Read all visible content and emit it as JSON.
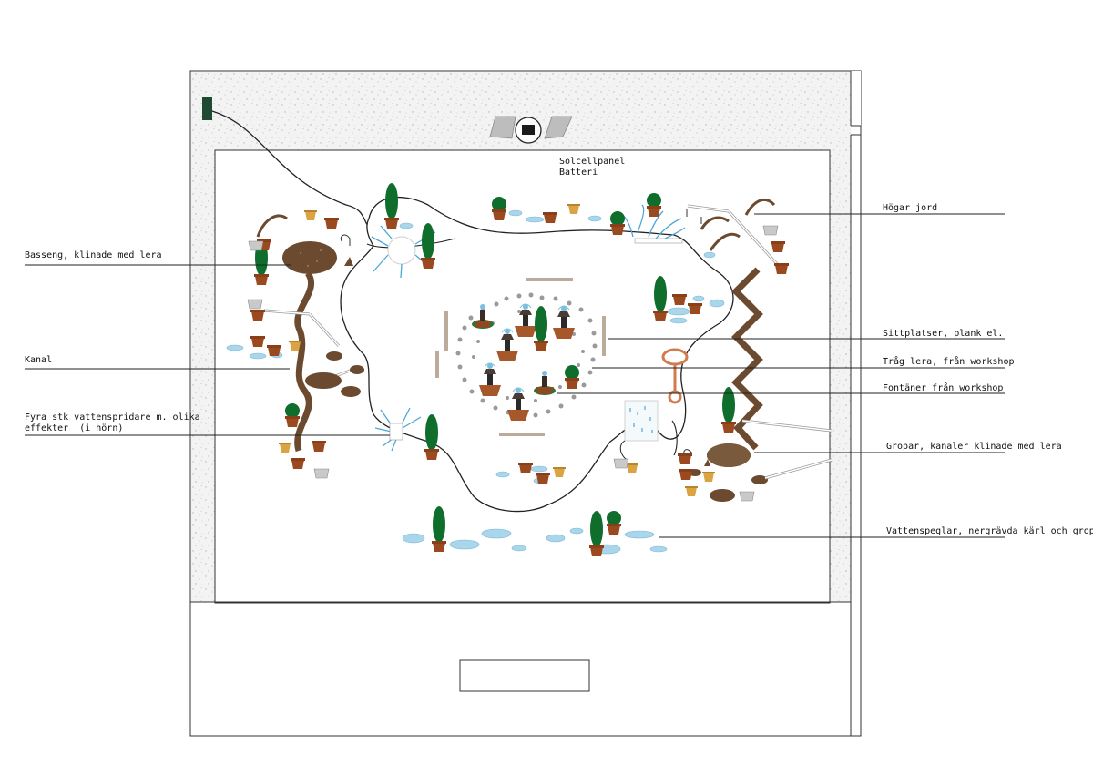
{
  "labels": {
    "solar_line1": "Solcellpanel",
    "solar_line2": "Batteri",
    "hogar_jord": "Högar jord",
    "basseng": "Basseng, klinade med lera",
    "kanal": "Kanal",
    "fyra_line1": "Fyra stk vattenspridare m. olika",
    "fyra_line2": "effekter  (i hörn)",
    "sittplatser": "Sittplatser, plank el.",
    "trag_lera": "Tråg lera, från workshop",
    "fontaner": "Fontäner från workshop",
    "gropar": "Gropar, kanaler klinade med lera",
    "vattenspeglar": "Vattenspeglar, nergrävda kärl och gropar"
  },
  "colors": {
    "outline": "#333333",
    "pot": "#9a4a1e",
    "plant": "#0f6e2c",
    "water": "#a9d6ea",
    "soil": "#6b4a2f",
    "plank": "#bcaa9a",
    "gold": "#d9a441"
  }
}
